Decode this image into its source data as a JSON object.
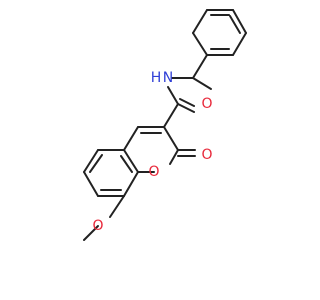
{
  "molecule": {
    "atoms": [
      {
        "id": "methoxy-oxygen",
        "symbol": "O",
        "color": "#e8283a"
      },
      {
        "id": "ring-oxygen",
        "symbol": "O",
        "color": "#e8283a"
      },
      {
        "id": "lactone-carbonyl-oxygen",
        "symbol": "O",
        "color": "#e8283a"
      },
      {
        "id": "amide-carbonyl-oxygen",
        "symbol": "O",
        "color": "#e8283a"
      },
      {
        "id": "amide-nitrogen",
        "symbol": "N",
        "color": "#2f3fd6"
      },
      {
        "id": "amide-hydrogen",
        "symbol": "H",
        "color": "#2f3fd6"
      }
    ]
  }
}
